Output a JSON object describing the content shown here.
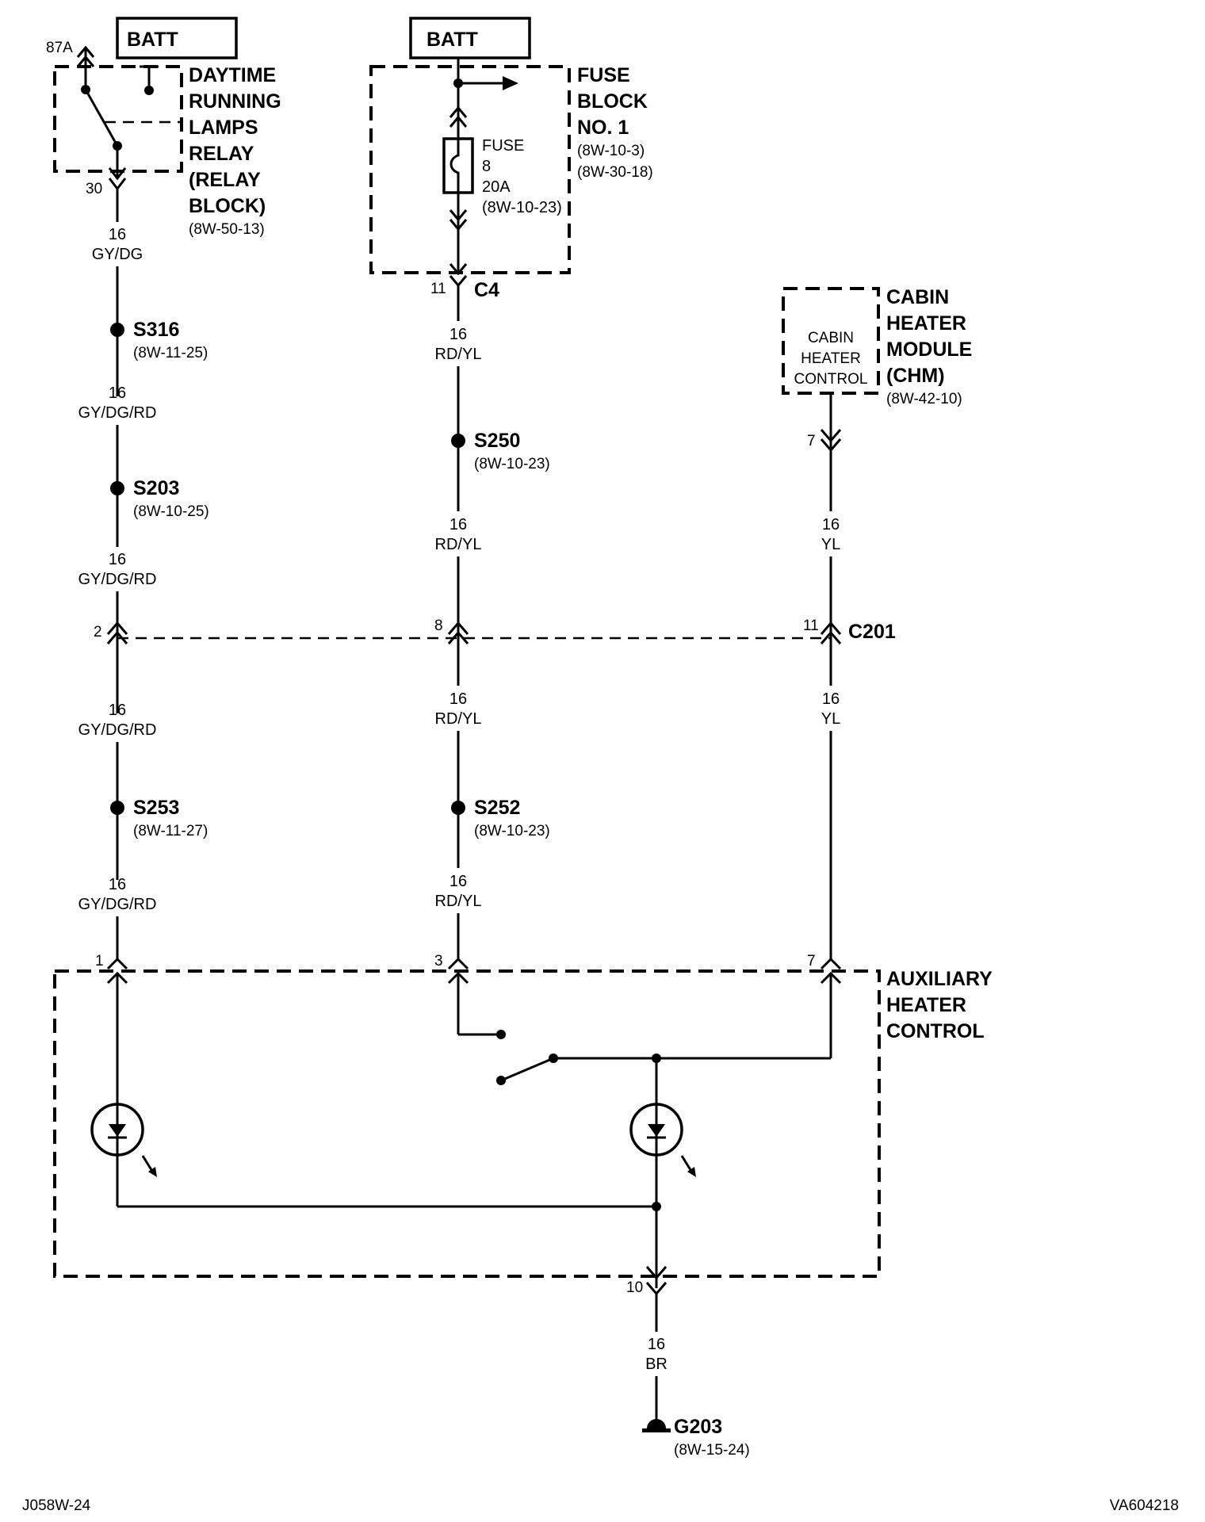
{
  "diagram": {
    "batt_label": "BATT",
    "drl_relay": {
      "name_lines": [
        "DAYTIME",
        "RUNNING",
        "LAMPS",
        "RELAY",
        "(RELAY",
        "BLOCK)"
      ],
      "ref": "(8W-50-13)",
      "pin_87a": "87A",
      "pin_30": "30"
    },
    "fuse_block": {
      "name_lines": [
        "FUSE",
        "BLOCK",
        "NO. 1"
      ],
      "refs": [
        "(8W-10-3)",
        "(8W-30-18)"
      ],
      "fuse_lines": [
        "FUSE",
        "8",
        "20A",
        "(8W-10-23)"
      ],
      "pin": "11",
      "connector": "C4"
    },
    "chm": {
      "name_lines": [
        "CABIN",
        "HEATER",
        "MODULE",
        "(CHM)"
      ],
      "ref": "(8W-42-10)",
      "inner_lines": [
        "CABIN",
        "HEATER",
        "CONTROL"
      ],
      "pin": "7"
    },
    "splices": {
      "s316": {
        "name": "S316",
        "ref": "(8W-11-25)"
      },
      "s203": {
        "name": "S203",
        "ref": "(8W-10-25)"
      },
      "s250": {
        "name": "S250",
        "ref": "(8W-10-23)"
      },
      "s253": {
        "name": "S253",
        "ref": "(8W-11-27)"
      },
      "s252": {
        "name": "S252",
        "ref": "(8W-10-23)"
      }
    },
    "wires": {
      "w1": {
        "gauge": "16",
        "color": "GY/DG"
      },
      "w2": {
        "gauge": "16",
        "color": "GY/DG/RD"
      },
      "w3": {
        "gauge": "16",
        "color": "GY/DG/RD"
      },
      "w4": {
        "gauge": "16",
        "color": "GY/DG/RD"
      },
      "w5": {
        "gauge": "16",
        "color": "GY/DG/RD"
      },
      "w6": {
        "gauge": "16",
        "color": "RD/YL"
      },
      "w7": {
        "gauge": "16",
        "color": "RD/YL"
      },
      "w8": {
        "gauge": "16",
        "color": "RD/YL"
      },
      "w9": {
        "gauge": "16",
        "color": "RD/YL"
      },
      "w10": {
        "gauge": "16",
        "color": "YL"
      },
      "w11": {
        "gauge": "16",
        "color": "YL"
      },
      "w12": {
        "gauge": "16",
        "color": "BR"
      }
    },
    "c201": {
      "name": "C201",
      "pin_left": "2",
      "pin_mid": "8",
      "pin_right": "11"
    },
    "aux_control": {
      "name_lines": [
        "AUXILIARY",
        "HEATER",
        "CONTROL"
      ],
      "pin_left": "1",
      "pin_mid": "3",
      "pin_right": "7",
      "pin_ground": "10"
    },
    "ground": {
      "name": "G203",
      "ref": "(8W-15-24)"
    },
    "footer_left": "J058W-24",
    "footer_right": "VA604218"
  }
}
